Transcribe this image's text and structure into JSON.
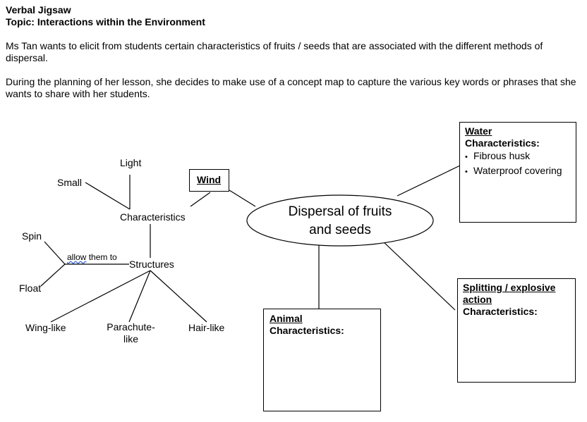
{
  "header": {
    "title": "Verbal Jigsaw",
    "topic": "Topic: Interactions within the Environment",
    "paragraph1": "Ms Tan wants to elicit from students certain characteristics of fruits / seeds that are associated with the different methods of dispersal.",
    "paragraph2": "During the planning of her lesson, she decides to make use of a concept map to capture the various key words or phrases that she wants to share with her students."
  },
  "concept_map": {
    "center": {
      "line1": "Dispersal of fruits",
      "line2": "and seeds"
    },
    "wind": {
      "label": "Wind",
      "characteristics": "Characteristics",
      "light": "Light",
      "small": "Small",
      "structures": "Structures",
      "allow_prefix": "allow",
      "allow_suffix": " them to",
      "spin": "Spin",
      "float": "Float",
      "wing_like": "Wing-like",
      "parachute_like_1": "Parachute-",
      "parachute_like_2": "like",
      "hair_like": "Hair-like"
    },
    "water": {
      "title": "Water",
      "subtitle": "Characteristics:",
      "items": [
        "Fibrous husk",
        "Waterproof covering"
      ]
    },
    "animal": {
      "title": "Animal",
      "subtitle": "Characteristics:"
    },
    "splitting": {
      "title_line1": "Splitting / explosive",
      "title_line2": "action",
      "subtitle": "Characteristics:"
    }
  }
}
